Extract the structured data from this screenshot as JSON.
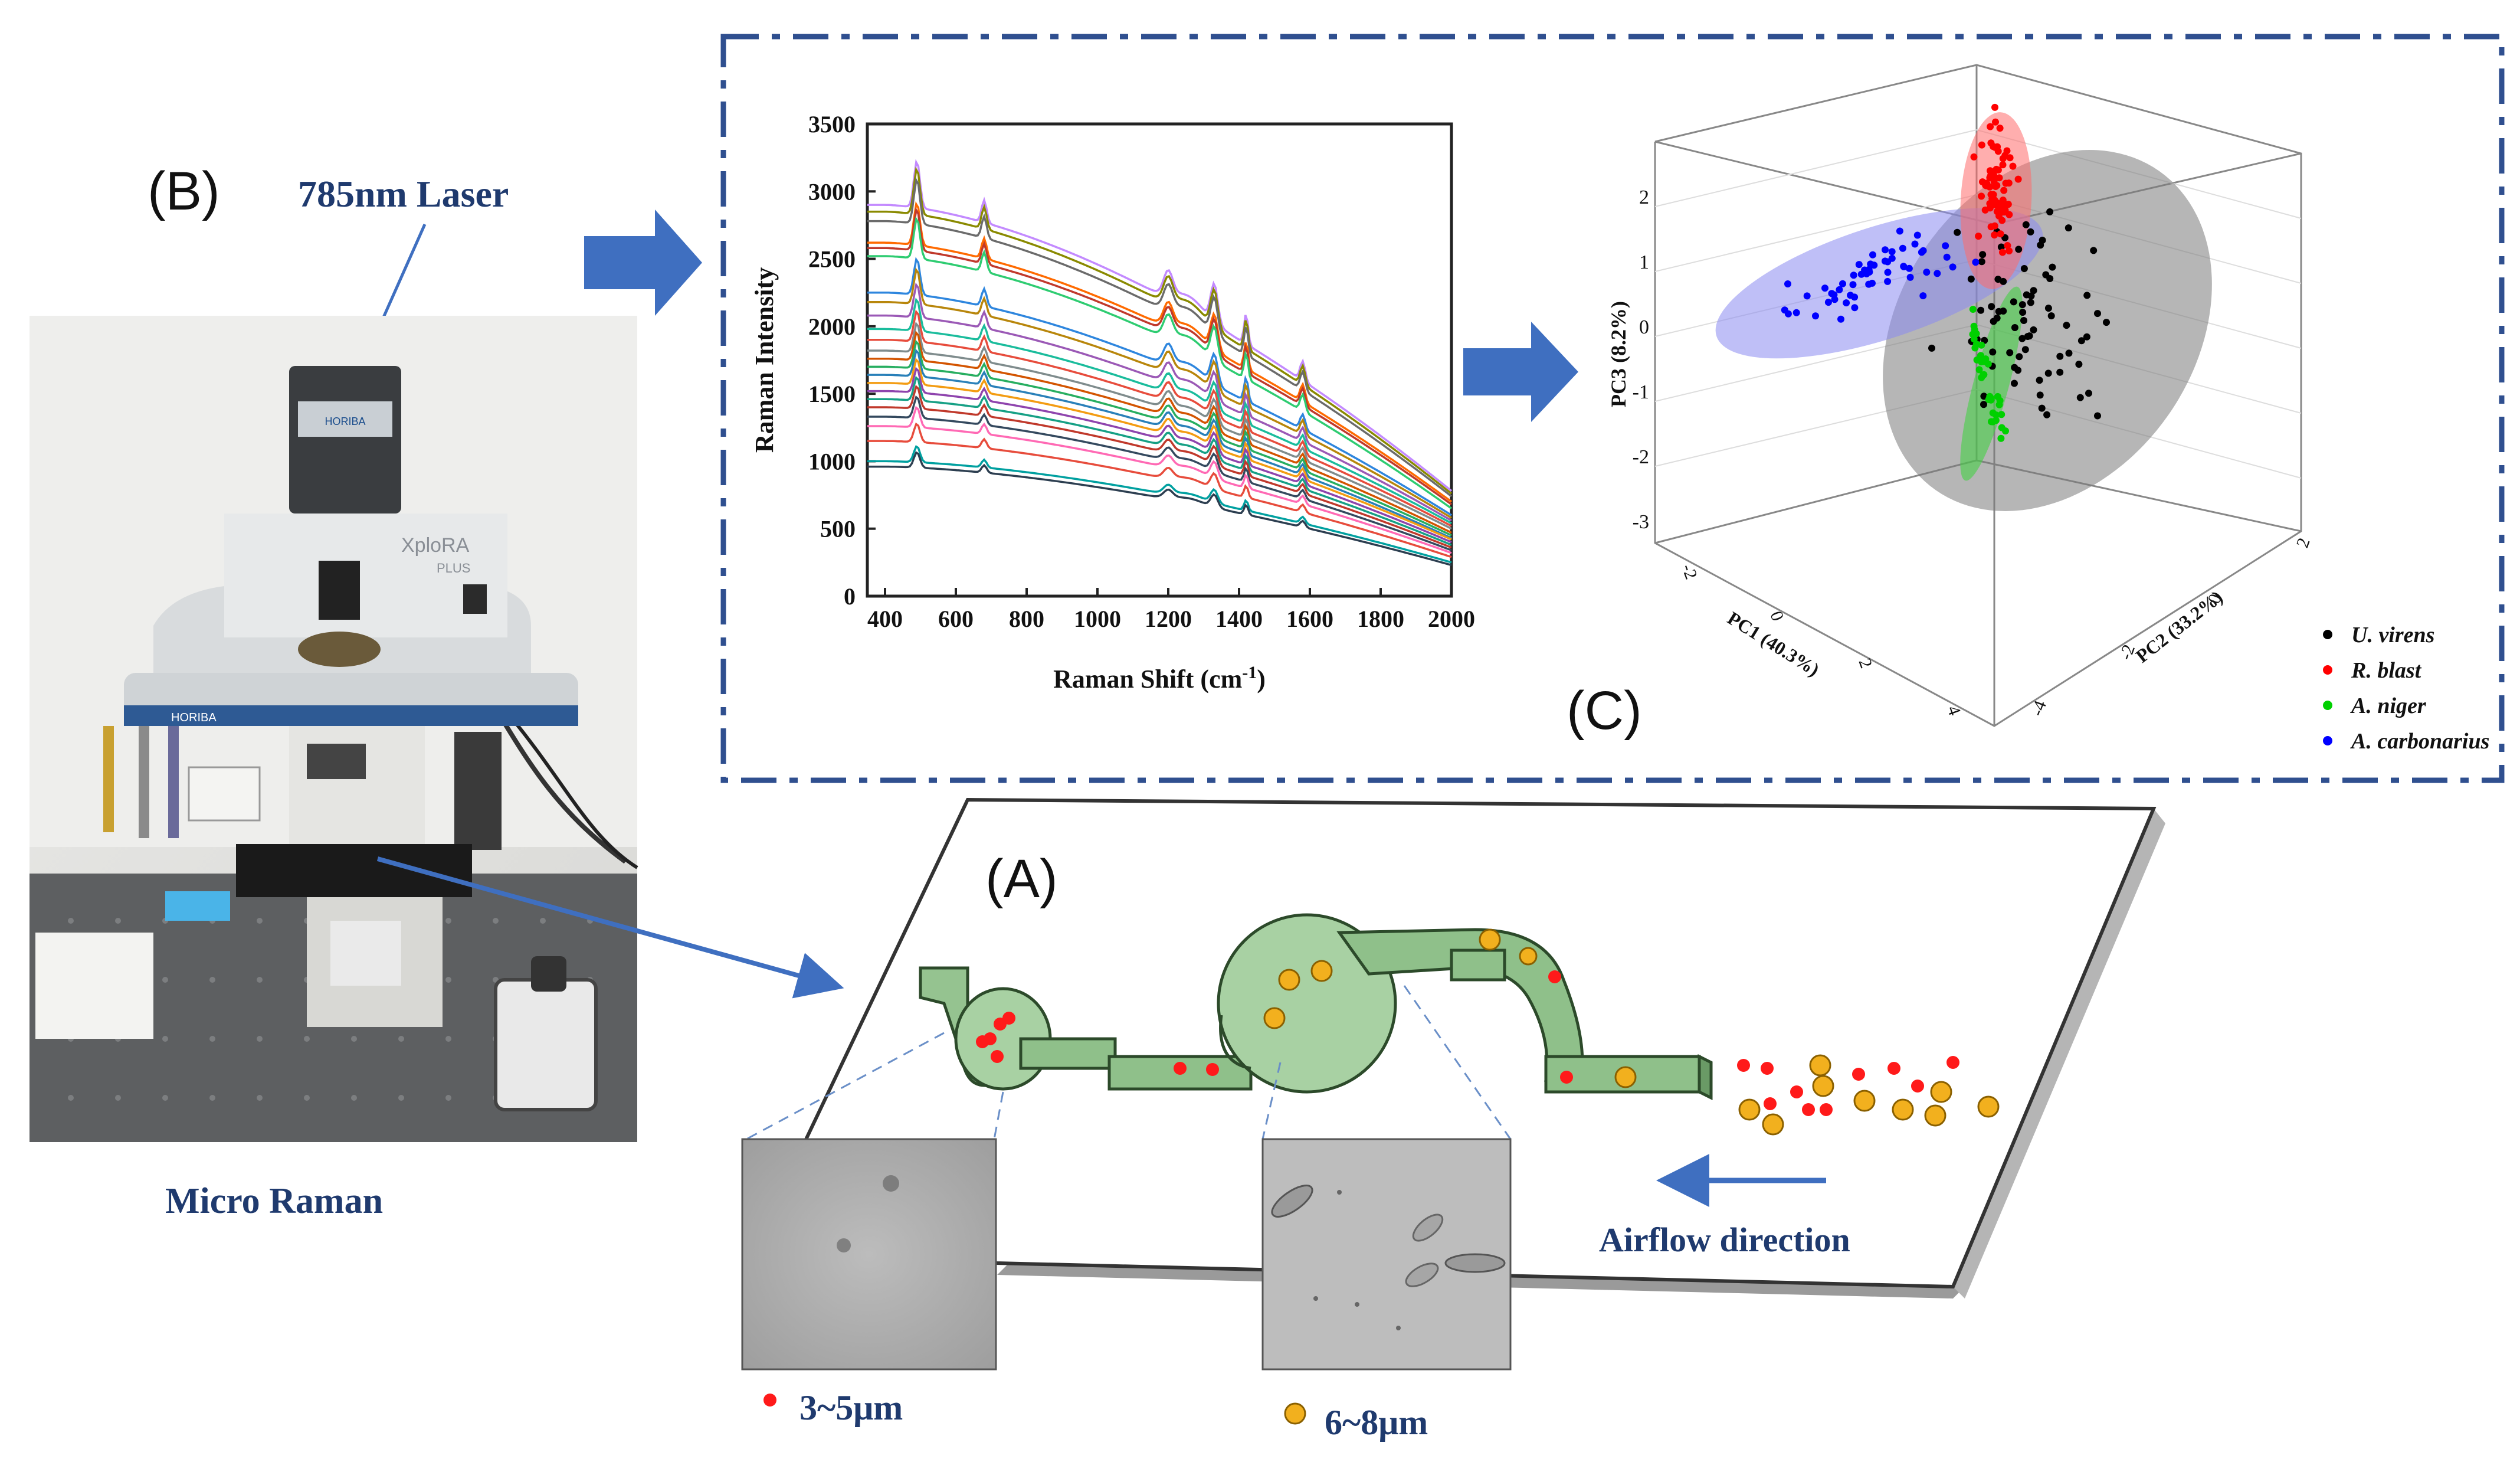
{
  "panels": {
    "a": "(A)",
    "b": "(B)",
    "c": "(C)"
  },
  "labels": {
    "laser": "785nm Laser",
    "microscope": "Micro Raman",
    "airflow": "Airflow direction",
    "small_size": "3~5μm",
    "large_size": "6~8μm"
  },
  "instrument_text": {
    "brand": "HORIBA",
    "model_line1": "XploRA",
    "model_line2": "PLUS"
  },
  "colors": {
    "panel_border": "#2f4f8f",
    "arrow": "#3f6fc0",
    "channel": "#8fc08a",
    "small_particle": "#ff1a1a",
    "large_particle": "#f2b01e",
    "label_text": "#1f3a6e"
  },
  "raman_chart": {
    "chart_data": {
      "type": "line",
      "xlabel": "Raman  Shift (cm",
      "xlabel_sup": "-1",
      "xlabel_end": ")",
      "ylabel": "Raman  Intensity",
      "xlim": [
        350,
        2000
      ],
      "ylim": [
        0,
        3500
      ],
      "xticks": [
        "400",
        "600",
        "800",
        "1000",
        "1200",
        "1400",
        "1600",
        "1800",
        "2000"
      ],
      "yticks": [
        "0",
        "500",
        "1000",
        "1500",
        "2000",
        "2500",
        "3000",
        "3500"
      ],
      "peaks_cm1": [
        490,
        680,
        1200,
        1330,
        1420,
        1580
      ],
      "series_baselines_at_400": [
        2900,
        2850,
        2780,
        2620,
        2580,
        2520,
        2250,
        2180,
        2080,
        1980,
        1900,
        1820,
        1760,
        1700,
        1640,
        1580,
        1520,
        1460,
        1400,
        1330,
        1260,
        1150,
        1000,
        960
      ],
      "series_end_at_2000": [
        780,
        760,
        740,
        700,
        680,
        650,
        600,
        580,
        560,
        540,
        520,
        500,
        470,
        450,
        430,
        420,
        400,
        380,
        360,
        340,
        320,
        290,
        250,
        230
      ],
      "series_colors": [
        "#c38aff",
        "#8a8a00",
        "#6b6b6b",
        "#ff6a00",
        "#c0392b",
        "#2ecc71",
        "#2e86de",
        "#b8860b",
        "#9b59b6",
        "#1abc9c",
        "#e74c3c",
        "#7f8c8d",
        "#d35400",
        "#27ae60",
        "#2980b9",
        "#f39c12",
        "#8e44ad",
        "#16a085",
        "#c0392b",
        "#34495e",
        "#ff69b4",
        "#e74c3c",
        "#00a0a0",
        "#2c3e50"
      ]
    }
  },
  "pca_chart": {
    "chart_data": {
      "type": "scatter",
      "axis_labels": {
        "pc1": "PC1 (40.3%)",
        "pc2": "PC2 (33.2%)",
        "pc3": "PC3 (8.2%)"
      },
      "pc3_ticks": [
        "2",
        "1",
        "0",
        "-1",
        "-2",
        "-3"
      ],
      "pc1_ticks": [
        "-2",
        "0",
        "2",
        "4"
      ],
      "pc2_ticks": [
        "2",
        "0",
        "-2",
        "-4"
      ],
      "legend_position": "bottom-right",
      "series": [
        {
          "name": "U. virens",
          "color": "#000000"
        },
        {
          "name": "R. blast",
          "color": "#ff0000"
        },
        {
          "name": "A. niger",
          "color": "#00d000"
        },
        {
          "name": "A. carbonarius",
          "color": "#0000ff"
        }
      ]
    }
  }
}
